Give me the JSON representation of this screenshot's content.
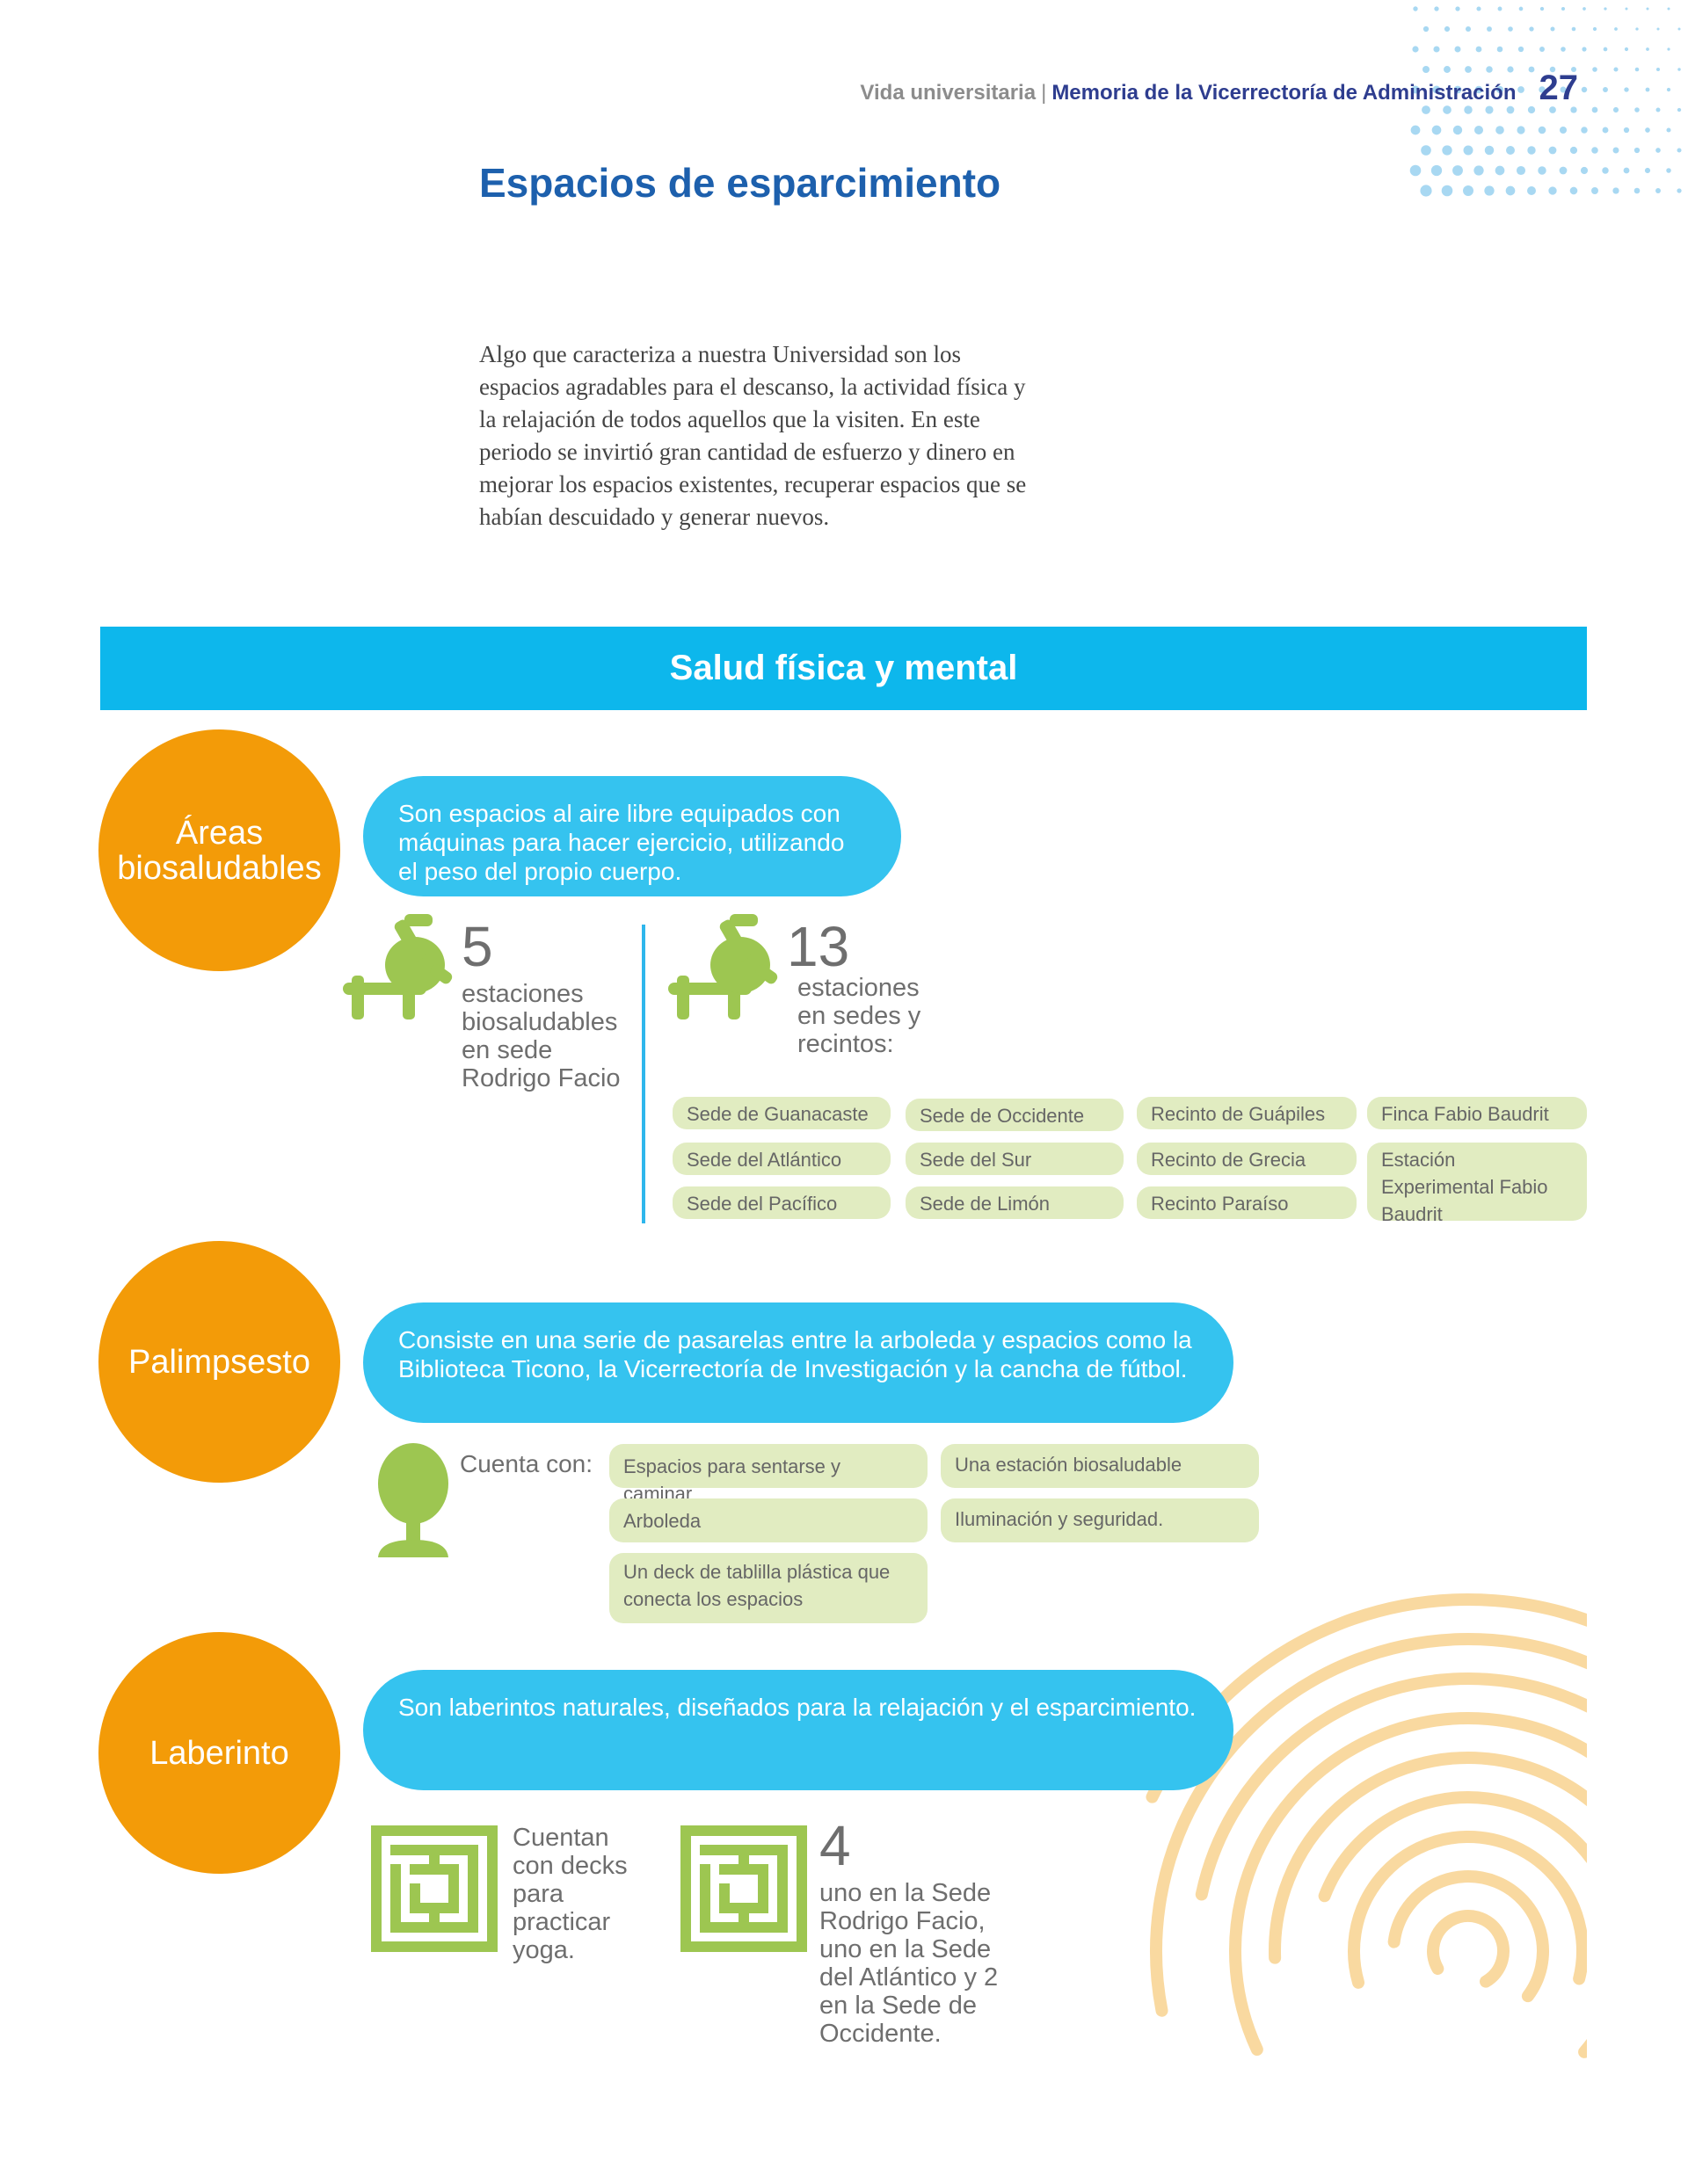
{
  "header": {
    "section": "Vida universitaria",
    "separator": "|",
    "publication": "Memoria de la Vicerrectoría de Administración",
    "page_number": "27"
  },
  "title": "Espacios de esparcimiento",
  "intro": "Algo que caracteriza a nuestra Universidad son los espacios agradables para el descanso, la actividad física y la relajación de todos aquellos que la visiten. En este periodo se invirtió gran cantidad de esfuerzo y dinero en mejorar los espacios existentes, recuperar espacios que se habían descuidado y generar nuevos.",
  "banner": "Salud física y mental",
  "areas": {
    "circle": "Áreas biosaludables",
    "description": "Son espacios al aire libre equipados con máquinas para hacer ejercicio, utilizando el peso del propio cuerpo.",
    "stat1": {
      "number": "5",
      "text": "estaciones biosaludables en sede Rodrigo Facio"
    },
    "stat2": {
      "number": "13",
      "text": "estaciones en sedes y recintos:"
    },
    "locations": [
      "Sede de Guanacaste",
      "Sede de Occidente",
      "Recinto de Guápiles",
      "Finca Fabio Baudrit",
      "Sede del Atlántico",
      "Sede del Sur",
      "Recinto de Grecia",
      "Estación Experimental Fabio Baudrit",
      "Sede del Pacífico",
      "Sede de Limón",
      "Recinto Paraíso"
    ]
  },
  "palimpsesto": {
    "circle": "Palimpsesto",
    "description": "Consiste en una serie de pasarelas entre la arboleda y espacios como la Biblioteca Ticono, la Vicerrectoría de Investigación y la cancha de fútbol.",
    "cuenta_label": "Cuenta con:",
    "features": [
      "Espacios para sentarse y caminar",
      "Una estación biosaludable",
      "Arboleda",
      "Iluminación y seguridad.",
      "Un deck de tablilla plástica que conecta los espacios"
    ]
  },
  "laberinto": {
    "circle": "Laberinto",
    "description": "Son laberintos naturales, diseñados para la relajación y el esparcimiento.",
    "decks_text": "Cuentan con decks para practicar yoga.",
    "count_number": "4",
    "count_text": "uno en la Sede Rodrigo Facio, uno en la Sede del Atlántico y 2 en la Sede de Occidente."
  },
  "colors": {
    "orange": "#f39b08",
    "banner_blue": "#0db7ec",
    "pill_blue": "#35c3ef",
    "tag_green": "#e1ecc1",
    "icon_green": "#9dc651",
    "title_blue": "#1d60ad"
  },
  "icons": [
    "dots-decoration",
    "exercise-machine-icon",
    "tree-icon",
    "maze-icon",
    "maze-decoration"
  ]
}
